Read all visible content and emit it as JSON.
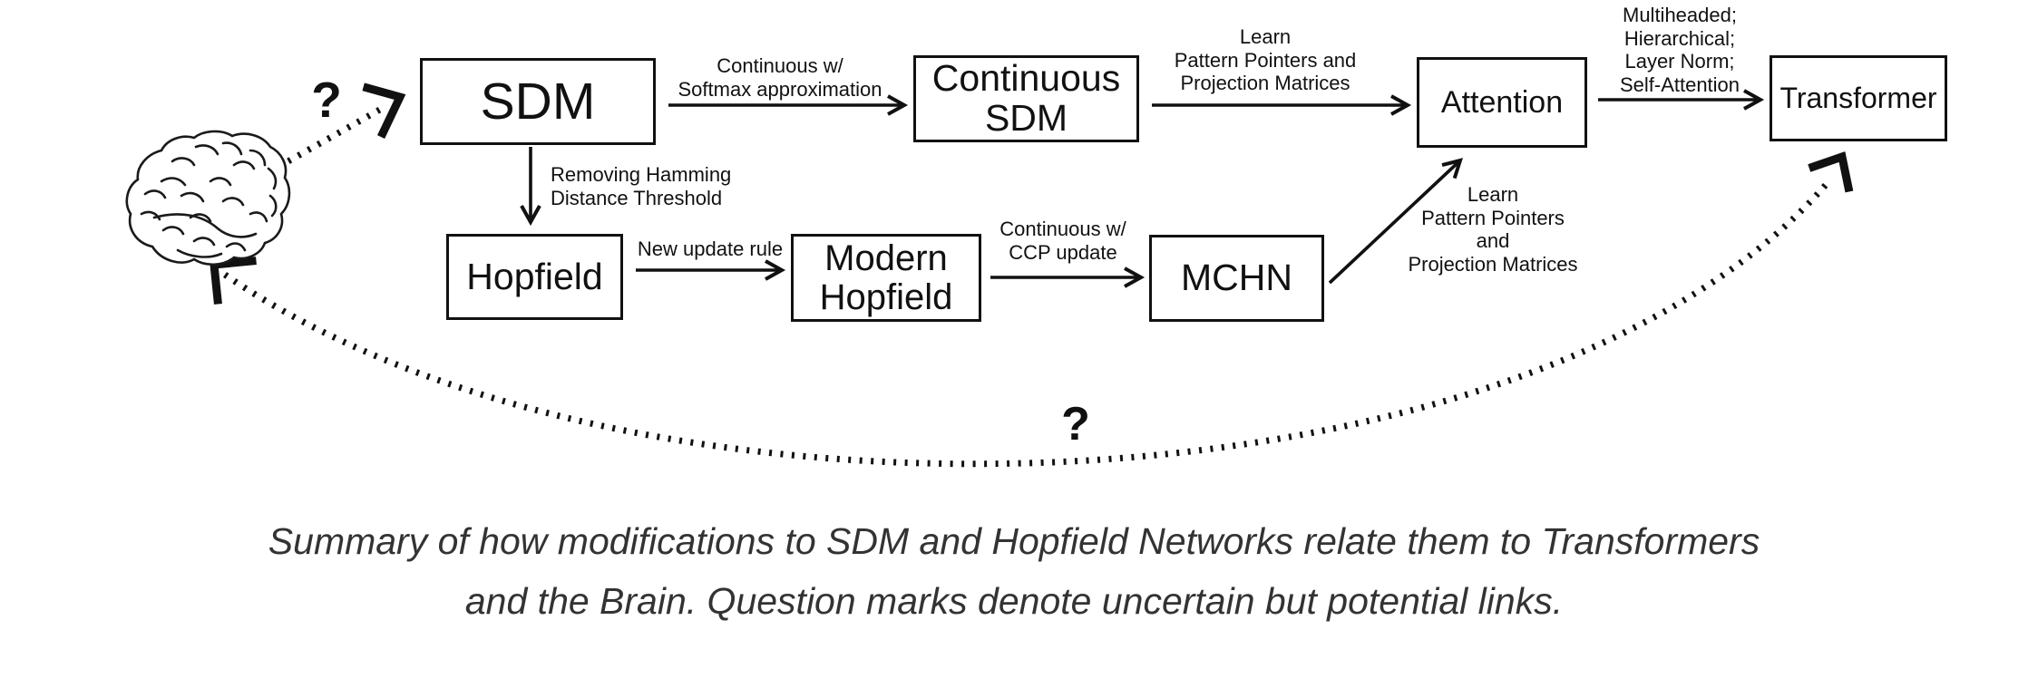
{
  "figure": {
    "background": "#ffffff",
    "ink": "#111111",
    "caption_color": "#333333",
    "nodes": {
      "sdm": {
        "label": "SDM"
      },
      "continuous_sdm": {
        "label": "Continuous\nSDM"
      },
      "attention": {
        "label": "Attention"
      },
      "transformer": {
        "label": "Transformer"
      },
      "hopfield": {
        "label": "Hopfield"
      },
      "modern_hopfield": {
        "label": "Modern\nHopfield"
      },
      "mchn": {
        "label": "MCHN"
      }
    },
    "edges": {
      "sdm_to_continuous_sdm": {
        "label": "Continuous w/\nSoftmax approximation"
      },
      "continuous_sdm_to_attention": {
        "label": "Learn\nPattern Pointers and\nProjection Matrices"
      },
      "attention_to_transformer": {
        "label": "Multiheaded;\nHierarchical;\nLayer Norm;\nSelf-Attention"
      },
      "sdm_to_hopfield": {
        "label": "Removing Hamming\nDistance Threshold"
      },
      "hopfield_to_modern_hopfield": {
        "label": "New update rule"
      },
      "modern_hopfield_to_mchn": {
        "label": "Continuous w/\nCCP update"
      },
      "mchn_to_attention": {
        "label": "Learn\nPattern Pointers\nand\nProjection Matrices"
      },
      "brain_to_sdm": {
        "label": "?"
      },
      "transformer_to_brain": {
        "label": "?"
      }
    },
    "caption": "Summary of how modifications to SDM and Hopfield Networks relate them to Transformers\nand the Brain. Question marks denote uncertain but potential links."
  }
}
